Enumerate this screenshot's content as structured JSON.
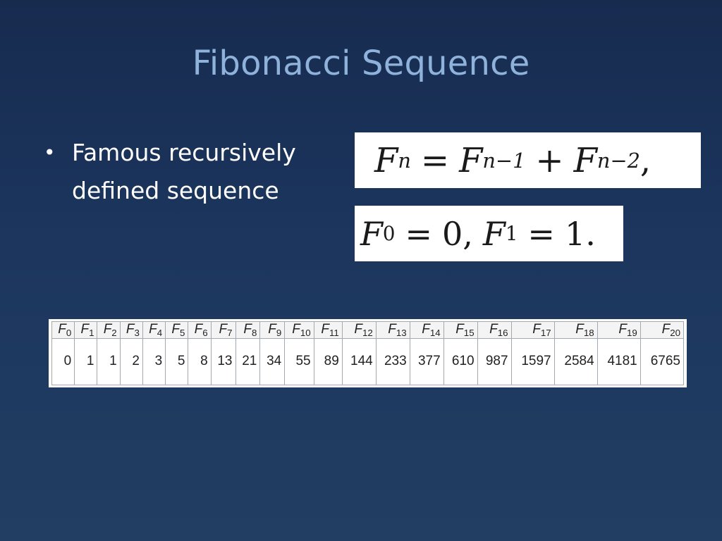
{
  "slide": {
    "title": "Fibonacci Sequence",
    "bullets": [
      "Famous recursively defined sequence"
    ]
  },
  "formulas": {
    "recurrence": {
      "lhs_symbol": "F",
      "lhs_sub": "n",
      "equals": "=",
      "term1_symbol": "F",
      "term1_sub": "n−1",
      "plus": "+",
      "term2_symbol": "F",
      "term2_sub": "n−2",
      "trail": ","
    },
    "initial": {
      "a_symbol": "F",
      "a_sub": "0",
      "a_equals": "=",
      "a_value": "0,",
      "b_symbol": "F",
      "b_sub": "1",
      "b_equals": "=",
      "b_value": "1."
    }
  },
  "table": {
    "header_symbol": "F",
    "indices": [
      "0",
      "1",
      "2",
      "3",
      "4",
      "5",
      "6",
      "7",
      "8",
      "9",
      "10",
      "11",
      "12",
      "13",
      "14",
      "15",
      "16",
      "17",
      "18",
      "19",
      "20"
    ],
    "values": [
      "0",
      "1",
      "1",
      "2",
      "3",
      "5",
      "8",
      "13",
      "21",
      "34",
      "55",
      "89",
      "144",
      "233",
      "377",
      "610",
      "987",
      "1597",
      "2584",
      "4181",
      "6765"
    ]
  }
}
